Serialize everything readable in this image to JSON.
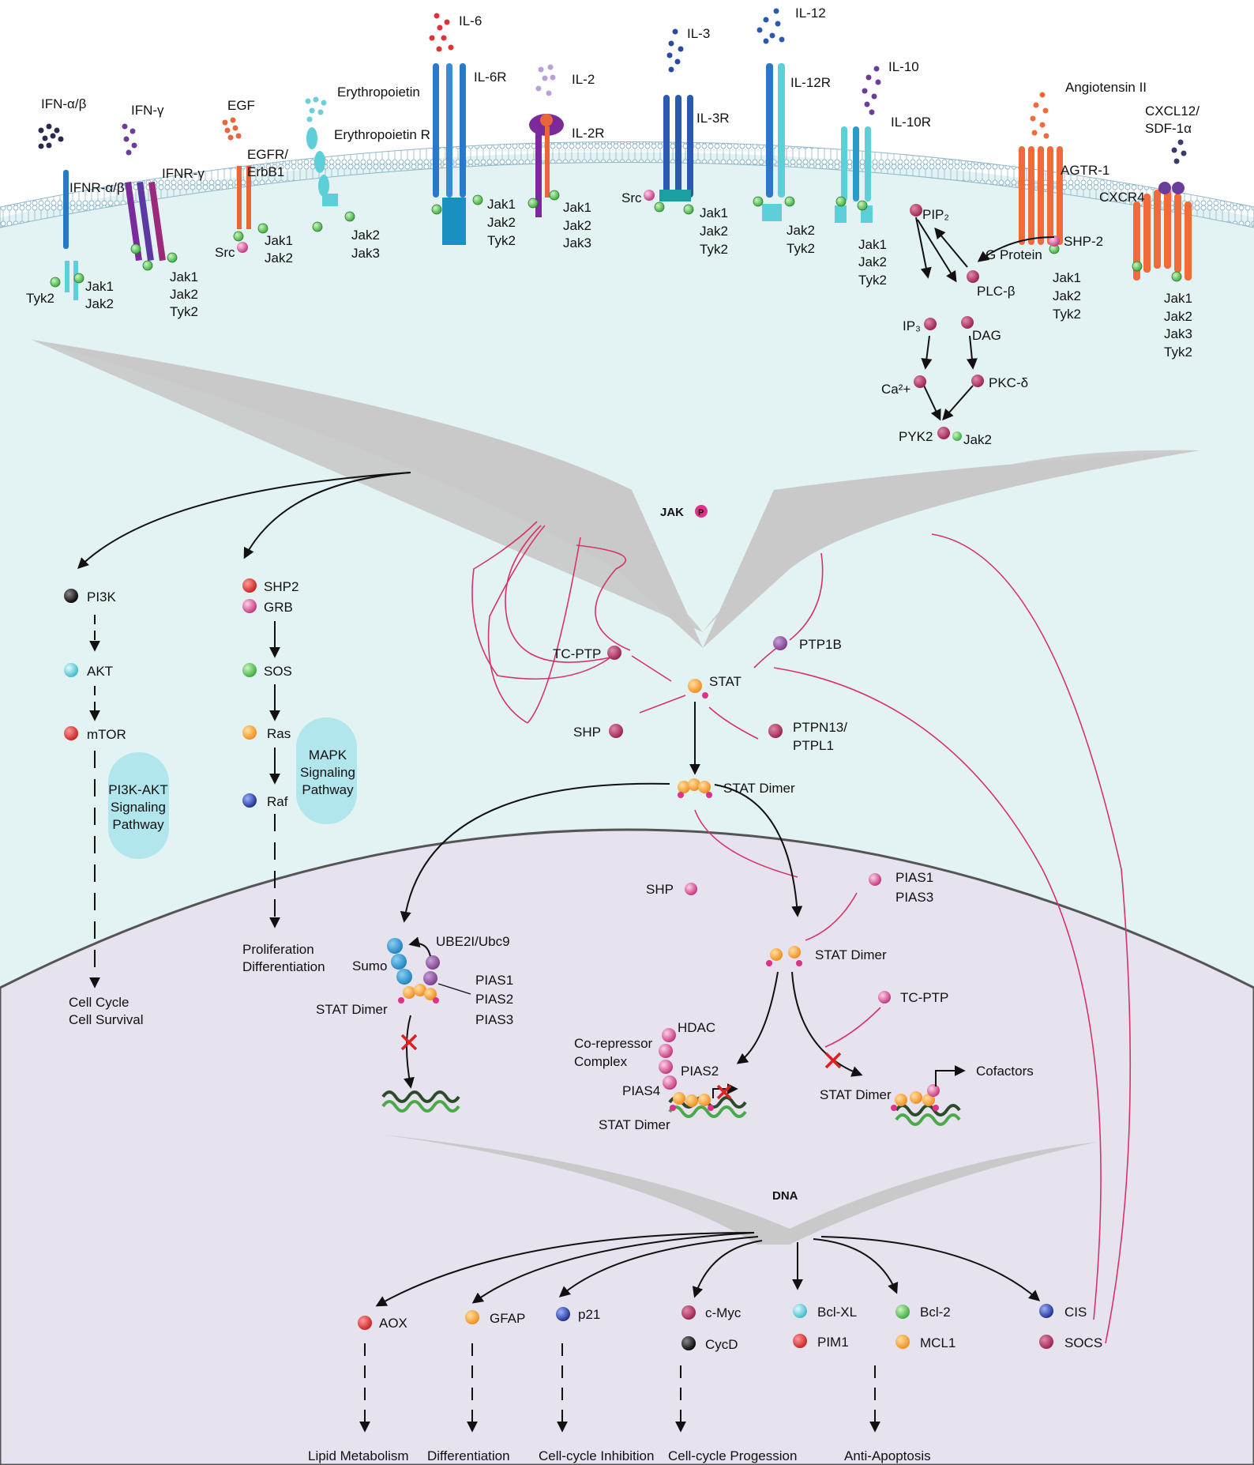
{
  "ligands": [
    {
      "id": "ifn-ab",
      "label": "IFN-α/β",
      "color": "#2a2a4e"
    },
    {
      "id": "ifn-g",
      "label": "IFN-γ",
      "color": "#6a3d9a"
    },
    {
      "id": "egf",
      "label": "EGF",
      "color": "#e8663a"
    },
    {
      "id": "epo",
      "label": "Erythropoietin",
      "color": "#6ccfd8"
    },
    {
      "id": "il6",
      "label": "IL-6",
      "color": "#e0303a"
    },
    {
      "id": "il2",
      "label": "IL-2",
      "color": "#b9a0d8"
    },
    {
      "id": "il3",
      "label": "IL-3",
      "color": "#2a4aa0"
    },
    {
      "id": "il12",
      "label": "IL-12",
      "color": "#2a5ab0"
    },
    {
      "id": "il10",
      "label": "IL-10",
      "color": "#6a3d9a"
    },
    {
      "id": "ang",
      "label": "Angiotensin II",
      "color": "#f06a3a"
    },
    {
      "id": "cxcl12",
      "label": "CXCL12/",
      "label2": "SDF-1α",
      "color": "#3a3a6e"
    }
  ],
  "receptors": {
    "ifnr_ab": "IFNR-α/β",
    "ifnr_g": "IFNR-γ",
    "egfr1": "EGFR/",
    "egfr2": "ErbB1",
    "epor": "Erythropoietin R",
    "il6r": "IL-6R",
    "il2r": "IL-2R",
    "il3r": "IL-3R",
    "il12r": "IL-12R",
    "il10r": "IL-10R",
    "agtr": "AGTR-1",
    "cxcr4": "CXCR4"
  },
  "receptor_kinases": {
    "ifnr_ab": [
      "Tyk2",
      "Jak1",
      "Jak2"
    ],
    "ifnr_g": [
      "Jak1",
      "Jak2",
      "Tyk2"
    ],
    "egfr_src": "Src",
    "egfr": [
      "Jak1",
      "Jak2"
    ],
    "epor": [
      "Jak2",
      "Jak3"
    ],
    "il6r": [
      "Jak1",
      "Jak2",
      "Tyk2"
    ],
    "il2r": [
      "Jak1",
      "Jak2",
      "Jak3"
    ],
    "il3r_src": "Src",
    "il3r": [
      "Jak1",
      "Jak2",
      "Tyk2"
    ],
    "il12r": [
      "Jak2",
      "Tyk2"
    ],
    "il10r": [
      "Jak1",
      "Jak2",
      "Tyk2"
    ],
    "agtr": [
      "SHP-2",
      "Jak1",
      "Jak2",
      "Tyk2"
    ],
    "cxcr4": [
      "Jak1",
      "Jak2",
      "Jak3",
      "Tyk2"
    ]
  },
  "gpcr_pathway": {
    "pip2": "PIP₂",
    "gprotein": "G Protein",
    "plcb": "PLC-β",
    "ip3": "IP₃",
    "dag": "DAG",
    "ca": "Ca²+",
    "pkcd": "PKC-δ",
    "pyk2": "PYK2",
    "jak2": "Jak2"
  },
  "jak": {
    "label": "JAK",
    "p": "P"
  },
  "pi3k_branch": {
    "pi3k": "PI3K",
    "akt": "AKT",
    "mtor": "mTOR",
    "pathway": [
      "PI3K-AKT",
      "Signaling",
      "Pathway"
    ],
    "outcome": [
      "Cell Cycle",
      "Cell Survival"
    ]
  },
  "mapk_branch": {
    "shp2": "SHP2",
    "grb": "GRB",
    "sos": "SOS",
    "ras": "Ras",
    "raf": "Raf",
    "pathway": [
      "MAPK",
      "Signaling",
      "Pathway"
    ],
    "outcome": [
      "Proliferation",
      "Differentiation"
    ]
  },
  "stat_regulation": {
    "tcptp": "TC-PTP",
    "ptp1b": "PTP1B",
    "stat": "STAT",
    "shp": "SHP",
    "ptpn13": "PTPN13/",
    "ptpl1": "PTPL1",
    "dimer": "STAT Dimer",
    "p": "P"
  },
  "nuclear": {
    "sumo": "Sumo",
    "ube2i": "UBE2I/Ubc9",
    "pias_list": [
      "PIAS1",
      "PIAS2",
      "PIAS3"
    ],
    "dimer": "STAT Dimer",
    "shp": "SHP",
    "pias1": "PIAS1",
    "pias3": "PIAS3",
    "tcptp": "TC-PTP",
    "hdac": "HDAC",
    "corepressor": [
      "Co-repressor",
      "Complex"
    ],
    "pias2": "PIAS2",
    "pias4": "PIAS4",
    "cofactors": "Cofactors",
    "dna": "DNA"
  },
  "targets": [
    {
      "label": "AOX",
      "color": "#d62a2a"
    },
    {
      "label": "GFAP",
      "color": "#f0922a"
    },
    {
      "label": "p21",
      "color": "#2a4aa0"
    },
    {
      "label": "c-Myc",
      "color": "#c02a6a"
    },
    {
      "label": "CycD",
      "color": "#111111"
    },
    {
      "label": "Bcl-XL",
      "color": "#5ccfd8"
    },
    {
      "label": "PIM1",
      "color": "#d62a2a"
    },
    {
      "label": "Bcl-2",
      "color": "#4ab84a"
    },
    {
      "label": "MCL1",
      "color": "#f0922a"
    },
    {
      "label": "CIS",
      "color": "#2a4aa0"
    },
    {
      "label": "SOCS",
      "color": "#c02a6a"
    }
  ],
  "outcomes": [
    "Lipid Metabolism",
    "Differentiation",
    "Cell-cycle Inhibition",
    "Cell-cycle Progession",
    "Anti-Apoptosis"
  ],
  "colors": {
    "cytoplasm": "#e3f2f2",
    "nucleus": "#e6e2ee",
    "funnel": "#c9c9c9",
    "inhibit": "#d6336c",
    "membrane": "#8fb7c9"
  }
}
